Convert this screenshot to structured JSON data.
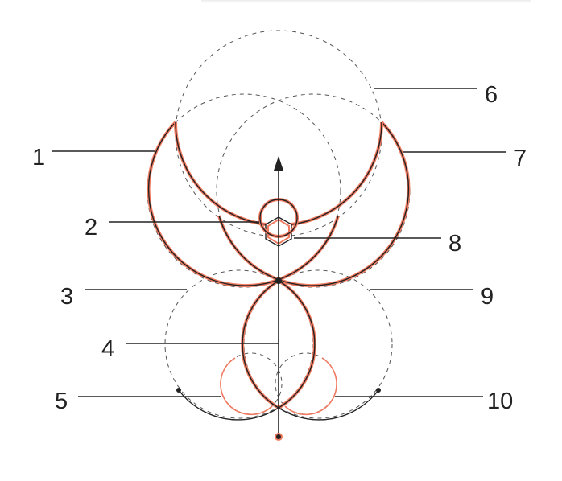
{
  "labels": [
    "1",
    "2",
    "3",
    "4",
    "5",
    "6",
    "7",
    "8",
    "9",
    "10"
  ],
  "colors": {
    "accent": "#f07a60",
    "stroke": "#222222",
    "construction": "#555555"
  }
}
